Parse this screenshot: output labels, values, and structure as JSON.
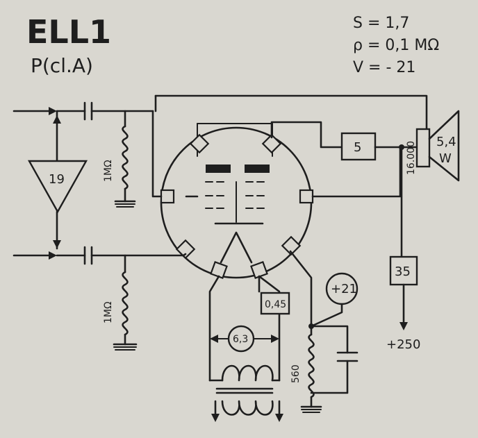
{
  "title": "ELL1",
  "subtitle": "P(cl.A)",
  "params": {
    "s": "S = 1,7",
    "rho": "ρ = 0,1 MΩ",
    "v": "V = - 21"
  },
  "labels": {
    "amp_gain": "19",
    "res_top": "1MΩ",
    "res_bottom": "1MΩ",
    "box_5": "5",
    "output_impedance": "16.000",
    "speaker": "5,4",
    "speaker_unit": "W",
    "box_35": "35",
    "supply": "+250",
    "heater_current": "0,45",
    "heater_voltage": "6,3",
    "cathode_voltage": "+21",
    "cathode_resistor": "560"
  }
}
